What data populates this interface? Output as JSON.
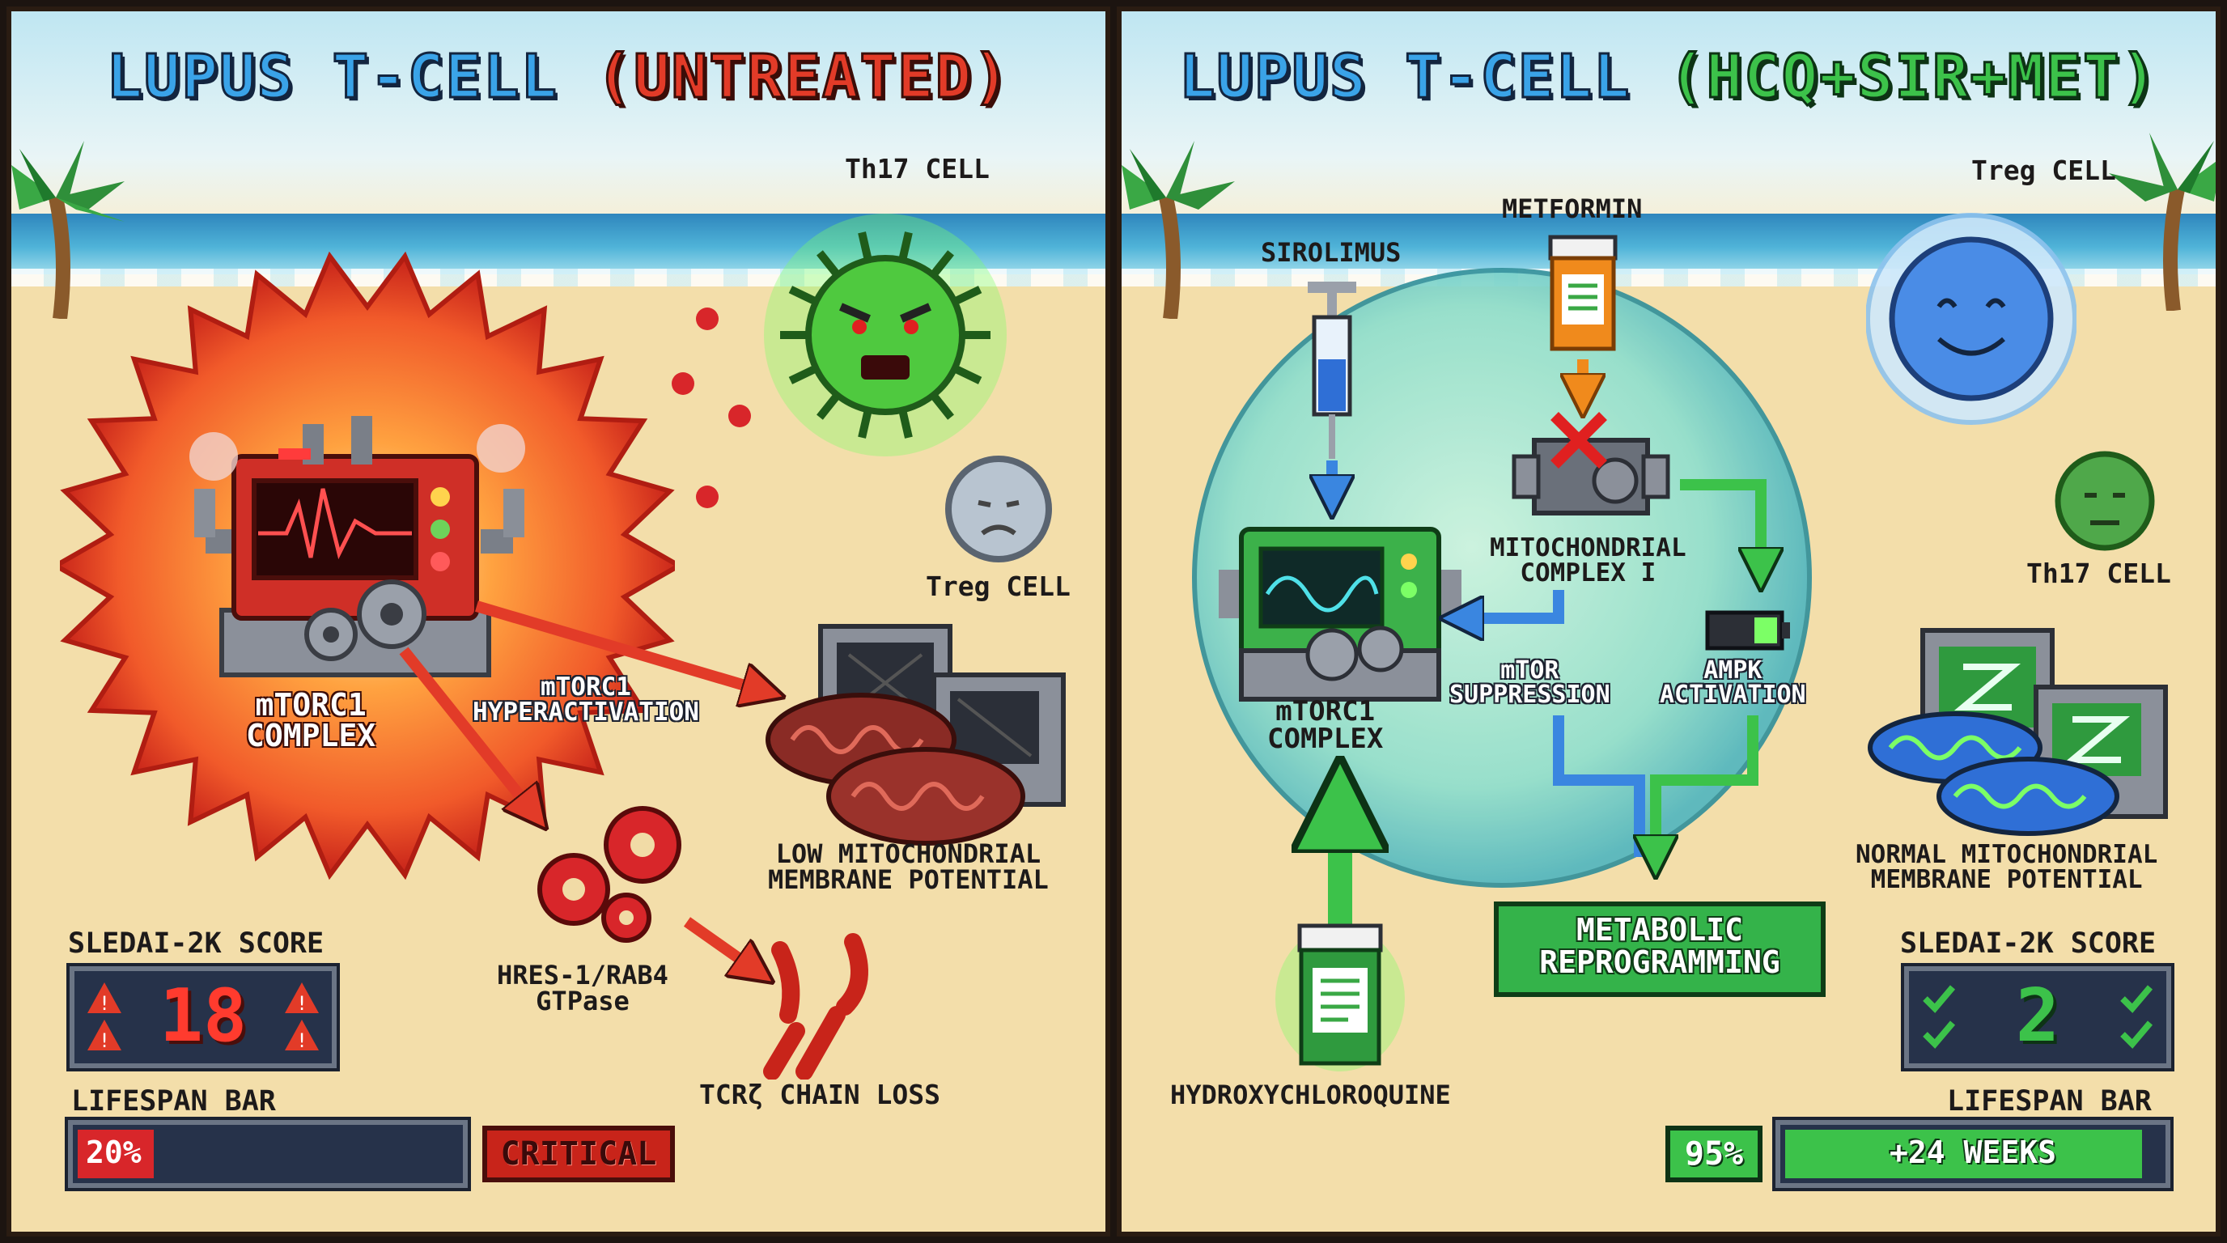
{
  "left": {
    "title_prefix": "LUPUS T-CELL ",
    "title_suffix": "(UNTREATED)",
    "th17_label": "Th17 CELL",
    "treg_label": "Treg CELL",
    "mtorc1_label": "mTORC1\nCOMPLEX",
    "hyper_label": "mTORC1\nHYPERACTIVATION",
    "mito_label": "LOW MITOCHONDRIAL\nMEMBRANE POTENTIAL",
    "hres_label": "HRES-1/RAB4\nGTPase",
    "tcr_label": "TCRζ CHAIN LOSS",
    "score_label": "SLEDAI-2K SCORE",
    "score_value": "18",
    "lifespan_label": "LIFESPAN BAR",
    "lifespan_pct": "20%",
    "lifespan_fraction": 0.2,
    "status": "CRITICAL"
  },
  "right": {
    "title_prefix": "LUPUS T-CELL ",
    "title_suffix": "(HCQ+SIR+MET)",
    "sirolimus_label": "SIROLIMUS",
    "metformin_label": "METFORMIN",
    "treg_label": "Treg CELL",
    "th17_label": "Th17 CELL",
    "complex1_label": "MITOCHONDRIAL\nCOMPLEX I",
    "mtor_supp_label": "mTOR\nSUPPRESSION",
    "ampk_label": "AMPK\nACTIVATION",
    "mtorc1_label": "mTORC1\nCOMPLEX",
    "mito_label": "NORMAL MITOCHONDRIAL\nMEMBRANE POTENTIAL",
    "reprogramming_label": "METABOLIC\nREPROGRAMMING",
    "hcq_label": "HYDROXYCHLOROQUINE",
    "score_label": "SLEDAI-2K SCORE",
    "score_value": "2",
    "lifespan_label": "LIFESPAN BAR",
    "lifespan_pct": "95%",
    "lifespan_fraction": 0.95,
    "lifespan_bonus": "+24 WEEKS"
  },
  "colors": {
    "critical_red": "#e23b28",
    "healthy_green": "#34b34a",
    "title_blue": "#3aa3e8"
  },
  "icons": [
    "palm-tree-icon",
    "angry-virus-icon",
    "sad-cell-icon",
    "happy-cell-icon",
    "machine-icon",
    "gear-icon",
    "mitochondria-icon",
    "computer-icon",
    "syringe-icon",
    "pill-bottle-icon",
    "engine-icon",
    "battery-icon",
    "warning-icon",
    "check-icon"
  ]
}
